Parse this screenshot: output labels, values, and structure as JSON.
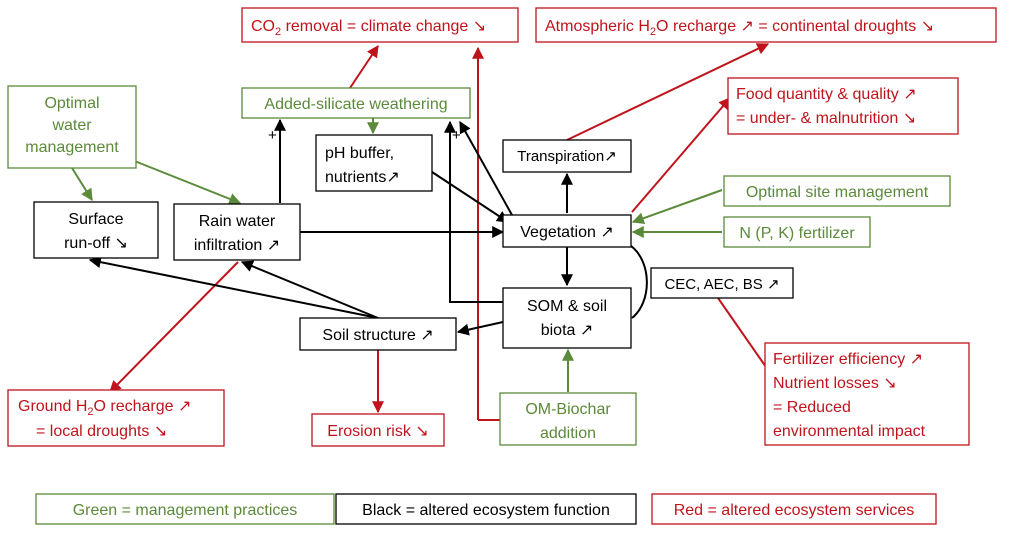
{
  "colors": {
    "green": "#5b8a3a",
    "black": "#000000",
    "red": "#c0141c"
  },
  "boxes": {
    "co2_removal": {
      "line1": {
        "pre": "CO",
        "sub": "2",
        "post": " removal = climate change ↘"
      }
    },
    "atm_h2o": {
      "line1": {
        "pre": "Atmospheric H",
        "sub": "2",
        "post": "O recharge ↗ = continental droughts ↘"
      }
    },
    "optimal_water": {
      "lines": [
        "Optimal",
        "water",
        "management"
      ]
    },
    "silicate": {
      "line1": "Added-silicate weathering"
    },
    "food": {
      "lines": [
        "Food quantity & quality ↗",
        "= under- & malnutrition ↘"
      ]
    },
    "ph_buffer": {
      "lines": [
        "pH buffer,",
        "nutrients↗"
      ]
    },
    "transpiration": {
      "line1": "Transpiration↗"
    },
    "optimal_site": {
      "line1": "Optimal site management"
    },
    "surface_runoff": {
      "lines": [
        "Surface",
        "run-off ↘"
      ]
    },
    "rain_water": {
      "lines": [
        "Rain water",
        "infiltration ↗"
      ]
    },
    "vegetation": {
      "line1": "Vegetation ↗"
    },
    "n_fertilizer": {
      "line1": "N (P, K) fertilizer"
    },
    "cec": {
      "line1": "CEC, AEC, BS ↗"
    },
    "som": {
      "lines": [
        "SOM & soil",
        "biota ↗"
      ]
    },
    "soil_structure": {
      "line1": "Soil structure ↗"
    },
    "fert_eff": {
      "lines": [
        "Fertilizer efficiency ↗",
        "Nutrient losses ↘",
        "= Reduced",
        "environmental impact"
      ]
    },
    "ground_h2o": {
      "line1": {
        "pre": "Ground H",
        "sub": "2",
        "post": "O recharge ↗"
      },
      "line2": "= local droughts ↘"
    },
    "erosion": {
      "line1": "Erosion risk ↘"
    },
    "om_biochar": {
      "lines": [
        "OM-Biochar",
        "addition"
      ]
    }
  },
  "signs": {
    "plus_left": "+",
    "plus_right": "+"
  },
  "legend": {
    "green": "Green = management practices",
    "black": "Black = altered ecosystem function",
    "red": "Red = altered ecosystem services"
  }
}
